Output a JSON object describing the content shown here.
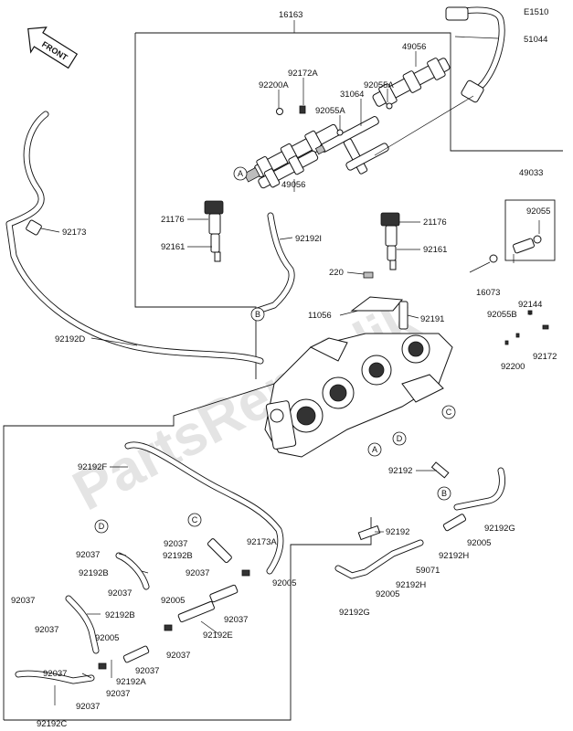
{
  "diagram_id": "E1510",
  "front_arrow": "FRONT",
  "watermark": "PartsRepublik",
  "callouts": {
    "a1": "A",
    "a2": "A",
    "b1": "B",
    "b2": "B",
    "c1": "C",
    "c2": "C",
    "d1": "D",
    "d2": "D"
  },
  "labels": {
    "l16163": "16163",
    "l51044": "51044",
    "l49056_top": "49056",
    "l92172A": "92172A",
    "l92200A": "92200A",
    "l92055A_1": "92055A",
    "l31064": "31064",
    "l92055A_2": "92055A",
    "l49056_bot": "49056",
    "l21176_l": "21176",
    "l92161_l": "92161",
    "l92192I": "92192I",
    "l21176_r": "21176",
    "l92161_r": "92161",
    "l49033": "49033",
    "l92055": "92055",
    "l16073": "16073",
    "l92173": "92173",
    "l220": "220",
    "l11056": "11056",
    "l92191": "92191",
    "l92144": "92144",
    "l92055B": "92055B",
    "l92172": "92172",
    "l92200": "92200",
    "l92192D": "92192D",
    "l92192F": "92192F",
    "l92192_1": "92192",
    "l92192_2": "92192",
    "l92192G_r": "92192G",
    "l92005_r": "92005",
    "l92192H_1": "92192H",
    "l59071": "59071",
    "l92192H_2": "92192H",
    "l92005_m": "92005",
    "l92192G_m": "92192G",
    "l92037_1": "92037",
    "l92192B_1": "92192B",
    "l92037_2": "92037",
    "l92173A": "92173A",
    "l92005_3": "92005",
    "l92037_3": "92037",
    "l92192B_2": "92192B",
    "l92037_4": "92037",
    "l92192B_3": "92192B",
    "l92037_5": "92037",
    "l92005_4": "92005",
    "l92037_6": "92037",
    "l92192E": "92192E",
    "l92005_5": "92005",
    "l92037_7": "92037",
    "l92037_8": "92037",
    "l92037_9": "92037",
    "l92192A": "92192A",
    "l92037_10": "92037",
    "l92037_11": "92037",
    "l92037_12": "92037",
    "l92192C": "92192C"
  }
}
